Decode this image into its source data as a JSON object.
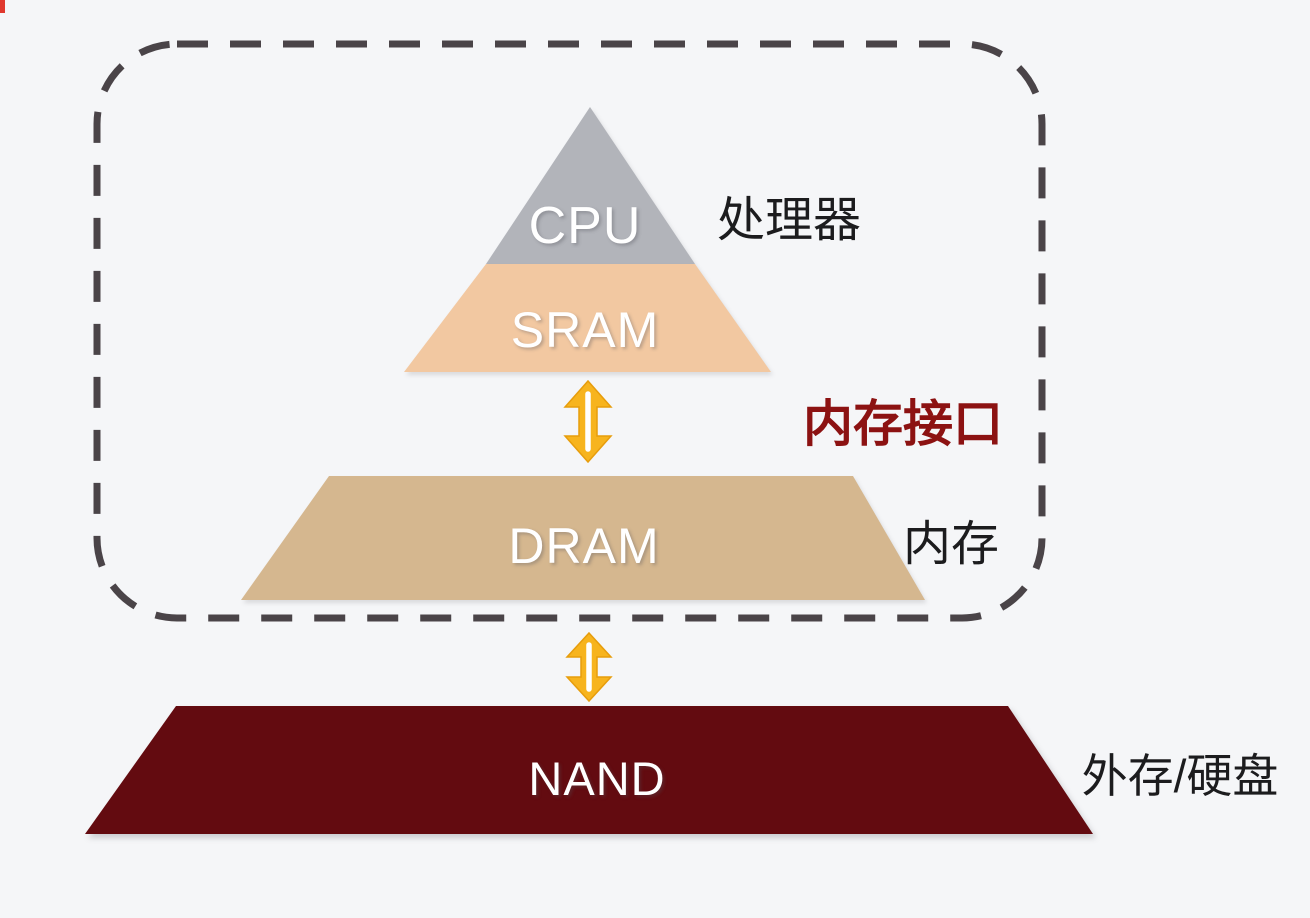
{
  "diagram": {
    "name": "memory-hierarchy-pyramid",
    "pyramid": {
      "levels": [
        {
          "id": "cpu",
          "label": "CPU"
        },
        {
          "id": "sram",
          "label": "SRAM"
        },
        {
          "id": "dram",
          "label": "DRAM"
        },
        {
          "id": "nand",
          "label": "NAND"
        }
      ]
    },
    "annotations": {
      "processor": "处理器",
      "memory_interface": "内存接口",
      "memory": "内存",
      "external_storage": "外存/硬盘"
    }
  },
  "colors": {
    "background": "#f5f6f8",
    "cpu": "#b2b4ba",
    "sram": "#f2c8a1",
    "dram": "#d5b78f",
    "nand": "#630b10",
    "arrow_fill": "#f7b41e",
    "arrow_edge": "#e79d0c",
    "arrow_stripe": "#ffffff",
    "dashed_border": "#4a4448",
    "shape_text": "#ffffff",
    "annotation_text": "#1c1c1e",
    "memory_interface_text": "#8c1212",
    "corner_artifact": "#e0382e"
  }
}
